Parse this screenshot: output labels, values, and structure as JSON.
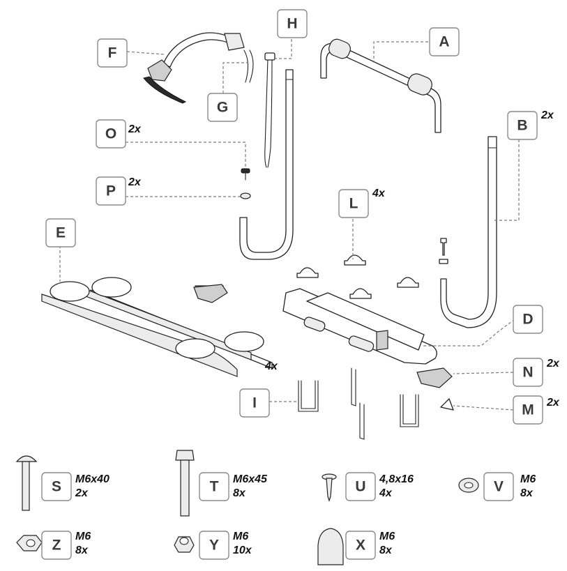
{
  "labels": {
    "A": {
      "letter": "A",
      "qty": ""
    },
    "B": {
      "letter": "B",
      "qty": "2x"
    },
    "D": {
      "letter": "D",
      "qty": ""
    },
    "E": {
      "letter": "E",
      "qty": ""
    },
    "F": {
      "letter": "F",
      "qty": ""
    },
    "G": {
      "letter": "G",
      "qty": ""
    },
    "H": {
      "letter": "H",
      "qty": ""
    },
    "I": {
      "letter": "I",
      "qty": ""
    },
    "L": {
      "letter": "L",
      "qty": "4x"
    },
    "M": {
      "letter": "M",
      "qty": "2x"
    },
    "N": {
      "letter": "N",
      "qty": "2x"
    },
    "O": {
      "letter": "O",
      "qty": "2x"
    },
    "P": {
      "letter": "P",
      "qty": "2x"
    }
  },
  "e_qty": "4x",
  "hardware": {
    "S": {
      "letter": "S",
      "size": "M6x40",
      "qty": "2x"
    },
    "T": {
      "letter": "T",
      "size": "M6x45",
      "qty": "8x"
    },
    "U": {
      "letter": "U",
      "size": "4,8x16",
      "qty": "4x"
    },
    "V": {
      "letter": "V",
      "size": "M6",
      "qty": "8x"
    },
    "Z": {
      "letter": "Z",
      "size": "M6",
      "qty": "8x"
    },
    "Y": {
      "letter": "Y",
      "size": "M6",
      "qty": "10x"
    },
    "X": {
      "letter": "X",
      "size": "M6",
      "qty": "8x"
    }
  }
}
